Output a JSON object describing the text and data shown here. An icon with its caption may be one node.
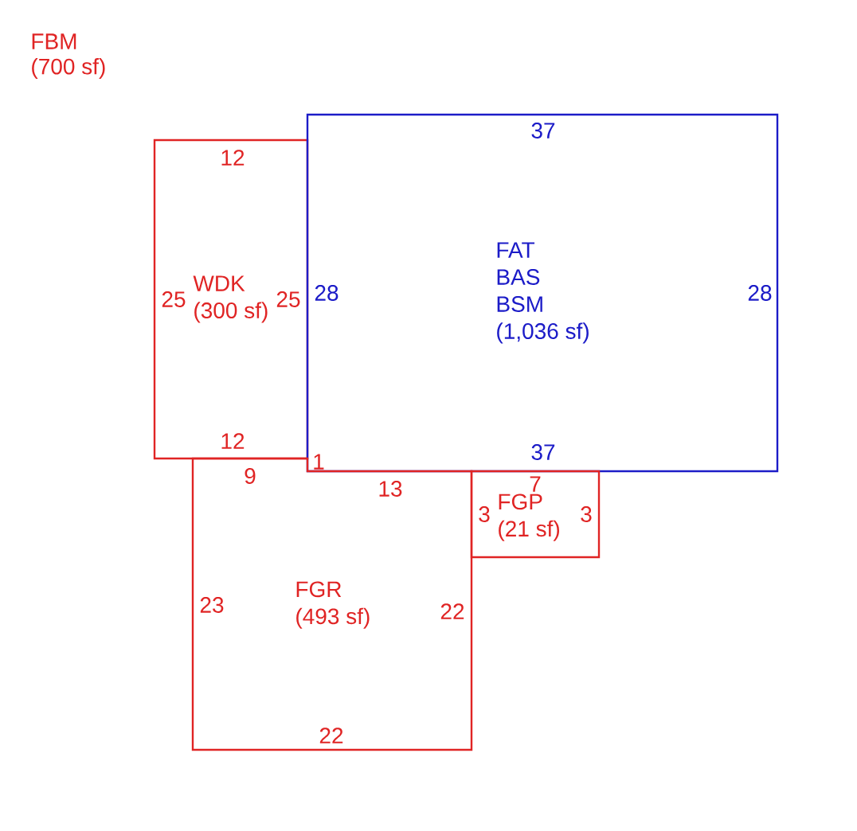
{
  "diagram": {
    "nodes": [
      {
        "text": [
          "WDK",
          "(300 sf)"
        ]
      },
      {
        "text": [
          "FAT",
          "BAS",
          "BSM",
          "(1,036 sf)"
        ]
      },
      {
        "text": [
          "FGR",
          "(493 sf)"
        ]
      },
      {
        "text": [
          "FGP",
          "(21 sf)"
        ]
      }
    ],
    "labels": [
      "FBM",
      "(700 sf)",
      "37",
      "12",
      "25",
      "25",
      "28",
      "28",
      "12",
      "37",
      "9",
      "1",
      "13",
      "3",
      "7",
      "3",
      "23",
      "22",
      "22"
    ]
  }
}
